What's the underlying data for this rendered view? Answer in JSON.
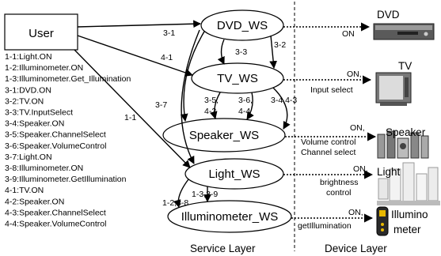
{
  "user": {
    "label": "User"
  },
  "steps": [
    "1-1:Light.ON",
    "1-2:Illuminometer.ON",
    "1-3:Illuminometer.Get_Illumination",
    "3-1:DVD.ON",
    "3-2:TV.ON",
    "3-3:TV.InputSelect",
    "3-4:Speaker.ON",
    "3-5:Speaker.ChannelSelect",
    "3-6:Speaker.VolumeControl",
    "3-7:Light.ON",
    "3-8:Illuminometer.ON",
    "3-9:Illuminometer.GetIllumination",
    "4-1:TV.ON",
    "4-2:Speaker.ON",
    "4-3:Speaker.ChannelSelect",
    "4-4:Speaker.VolumeControl"
  ],
  "services": {
    "dvd": "DVD_WS",
    "tv": "TV_WS",
    "speaker": "Speaker_WS",
    "light": "Light_WS",
    "illum": "Illuminometer_WS"
  },
  "edge_labels": {
    "e31": "3-1",
    "e41": "4-1",
    "e33": "3-3",
    "e32": "3-2",
    "e37": "3-7",
    "e35a": "3-5,",
    "e35b": "4-2",
    "e36a": "3-6,",
    "e36b": "4-4",
    "e34": "3-4,4-3",
    "e11": "1-1",
    "e139": "1-3,3-9",
    "e128": "1-2,3-8"
  },
  "device_calls": {
    "dvd": "ON",
    "tv_1": "ON,",
    "tv_2": "Input select",
    "spk_1": "ON,",
    "spk_2": "Volume control",
    "spk_3": "Channel select",
    "light_1": "ON,",
    "light_2": "brightness",
    "light_3": "control",
    "illum_1": "ON,",
    "illum_2": "getIllumination"
  },
  "devices": {
    "dvd": "DVD",
    "tv": "TV",
    "speaker": "Speaker",
    "light": "Light",
    "illum_1": "Illumino",
    "illum_2": "meter"
  },
  "layers": {
    "service": "Service Layer",
    "device": "Device Layer"
  },
  "colors": {
    "line": "#000000",
    "background": "#ffffff"
  }
}
